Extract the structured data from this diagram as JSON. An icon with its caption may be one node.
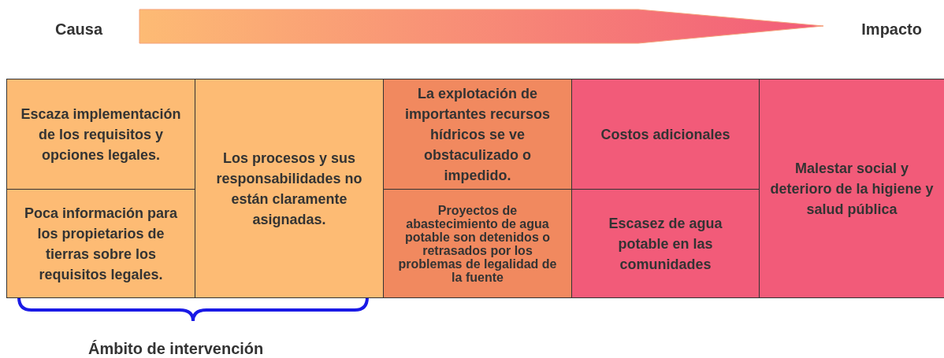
{
  "diagram": {
    "nodes": [
      {
        "text": [
          "Escaza implementación de los requisitos y opciones legales."
        ]
      },
      {
        "text": [
          "Poca información para los propietarios de tierras sobre los requisitos legales."
        ]
      },
      {
        "text": [
          "Los procesos y sus responsabilidades no están claramente asignadas."
        ]
      },
      {
        "text": [
          "La explotación de importantes recursos hídricos se ve obstaculizado o impedido."
        ]
      },
      {
        "text": [
          "Proyectos de abastecimiento de agua potable son detenidos o retrasados por los problemas de legalidad de la fuente"
        ]
      },
      {
        "text": [
          "Costos adicionales"
        ]
      },
      {
        "text": [
          "Escasez de agua potable en las comunidades"
        ]
      },
      {
        "text": [
          "Malestar social y deterioro de la higiene y salud pública"
        ]
      }
    ],
    "labels": [
      "Causa",
      "Impacto",
      "Ámbito de intervención"
    ]
  }
}
